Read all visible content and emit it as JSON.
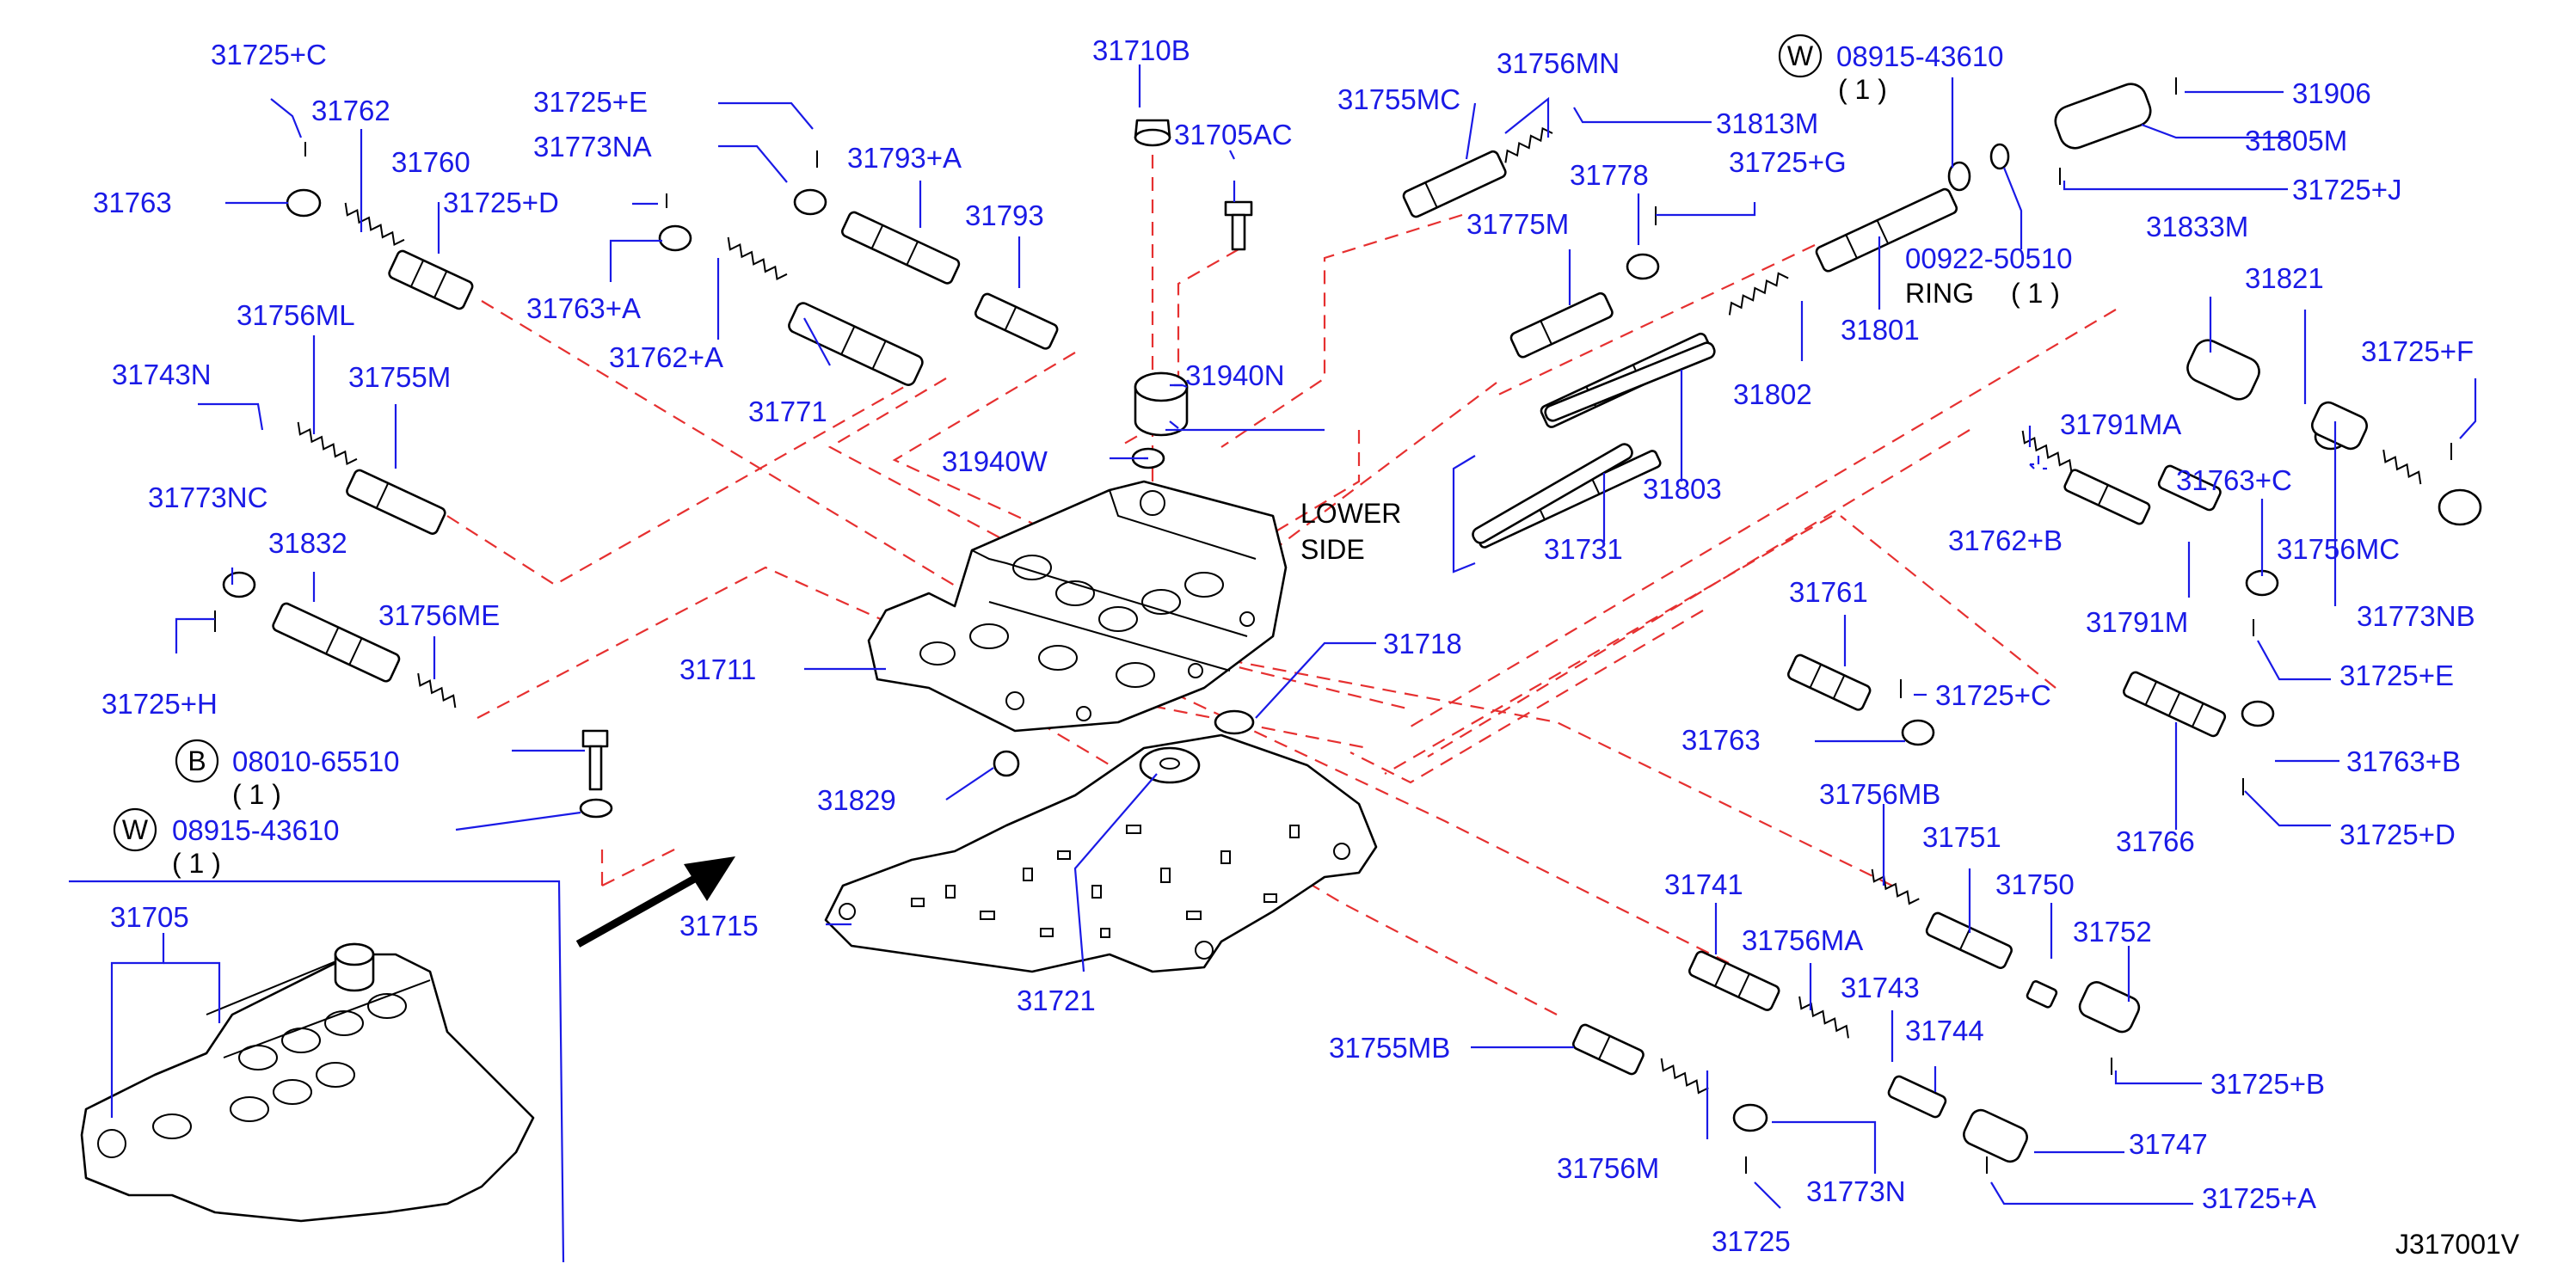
{
  "diagram": {
    "id": "J317001V",
    "note_lower": "LOWER",
    "note_side": "SIDE",
    "ring_word": "RING",
    "qty_label": "( 1 )",
    "marks": {
      "w": "W",
      "b": "B"
    }
  },
  "colors": {
    "label": "#1a1ae6",
    "leader": "#1a1ae6",
    "dashed": "#e63030",
    "outline": "#000000"
  },
  "parts": [
    "31725+C",
    "31762",
    "31760",
    "31763",
    "31725+D",
    "31725+E",
    "31773NA",
    "31793+A",
    "31793",
    "31763+A",
    "31762+A",
    "31771",
    "31710B",
    "31705AC",
    "31940N",
    "31940W",
    "31756ML",
    "31743N",
    "31755M",
    "31773NC",
    "31832",
    "31756ME",
    "31725+H",
    "31711",
    "31718",
    "31829",
    "31715",
    "31721",
    "08010-65510",
    "08915-43610",
    "31705",
    "31755MC",
    "31756MN",
    "31813M",
    "08915-43610",
    "31778",
    "31725+G",
    "31775M",
    "31801",
    "00922-50510",
    "31802",
    "31803",
    "31731",
    "31906",
    "31805M",
    "31725+J",
    "31833M",
    "31821",
    "31725+F",
    "31791MA",
    "31762+B",
    "31763+C",
    "31756MC",
    "31791M",
    "31773NB",
    "31725+E",
    "31761",
    "31725+C",
    "31763",
    "31766",
    "31763+B",
    "31725+D",
    "31756MB",
    "31751",
    "31750",
    "31752",
    "31741",
    "31756MA",
    "31743",
    "31744",
    "31755MB",
    "31756M",
    "31773N",
    "31747",
    "31725+B",
    "31725+A",
    "31725"
  ]
}
